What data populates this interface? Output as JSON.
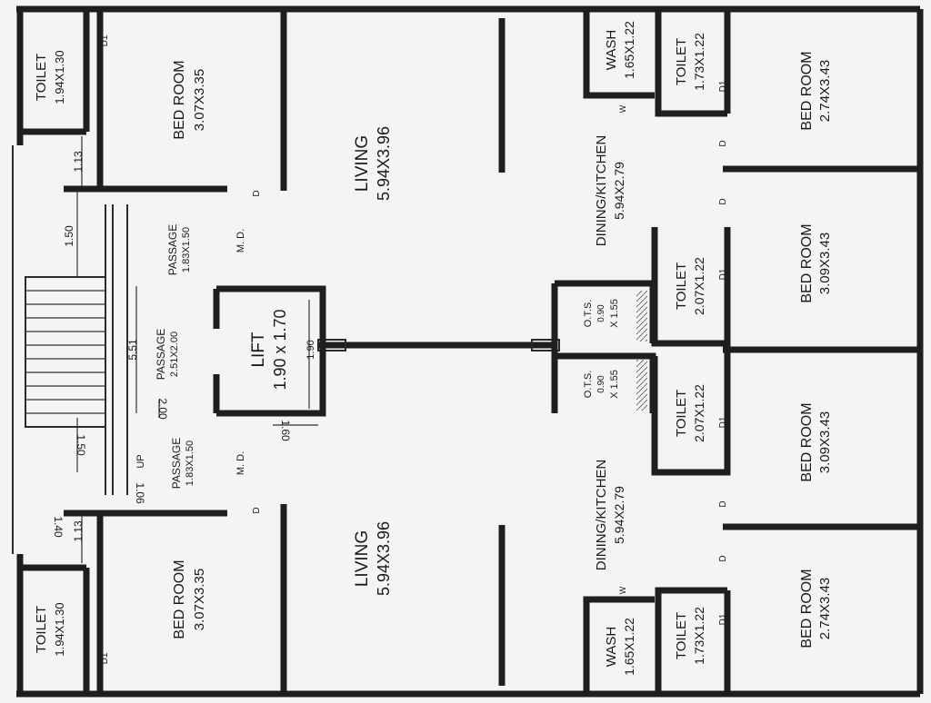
{
  "rooms": {
    "toilet_tl": {
      "name": "TOILET",
      "size": "1.94X1.30"
    },
    "bed_tl": {
      "name": "BED ROOM",
      "size": "3.07X3.35"
    },
    "living_top": {
      "name": "LIVING",
      "size": "5.94X3.96"
    },
    "wash_top": {
      "name": "WASH",
      "size": "1.65X1.22"
    },
    "toilet_tr": {
      "name": "TOILET",
      "size": "1.73X1.22"
    },
    "bed_tr": {
      "name": "BED ROOM",
      "size": "2.74X3.43"
    },
    "dining_top": {
      "name": "DINING/KITCHEN",
      "size": "5.94X2.79"
    },
    "toilet_mid_top": {
      "name": "TOILET",
      "size": "2.07X1.22"
    },
    "bed_mid_top": {
      "name": "BED ROOM",
      "size": "3.09X3.43"
    },
    "ots_top": {
      "name": "O.T.S.",
      "size1": "0.90",
      "size2": "X 1.55"
    },
    "ots_bottom": {
      "name": "O.T.S.",
      "size1": "0.90",
      "size2": "X 1.55"
    },
    "toilet_mid_bottom": {
      "name": "TOILET",
      "size": "2.07X1.22"
    },
    "bed_mid_bottom": {
      "name": "BED ROOM",
      "size": "3.09X3.43"
    },
    "dining_bottom": {
      "name": "DINING/KITCHEN",
      "size": "5.94X2.79"
    },
    "living_bottom": {
      "name": "LIVING",
      "size": "5.94X3.96"
    },
    "bed_bl": {
      "name": "BED ROOM",
      "size": "3.07X3.35"
    },
    "toilet_bl": {
      "name": "TOILET",
      "size": "1.94X1.30"
    },
    "wash_bottom": {
      "name": "WASH",
      "size": "1.65X1.22"
    },
    "toilet_br": {
      "name": "TOILET",
      "size": "1.73X1.22"
    },
    "bed_br": {
      "name": "BED ROOM",
      "size": "2.74X3.43"
    },
    "lift": {
      "name": "LIFT",
      "size": "1.90 x 1.70",
      "dim": "1.90"
    },
    "passage_top": {
      "name": "PASSAGE",
      "size": "1.83X1.50"
    },
    "passage_mid": {
      "name": "PASSAGE",
      "size": "2.51X2.00"
    },
    "passage_bottom": {
      "name": "PASSAGE",
      "size": "1.83X1.50"
    }
  },
  "tags": {
    "d": "D",
    "d1": "D1",
    "md": "M. D.",
    "w": "W",
    "up": "UP"
  },
  "dims": {
    "d_113_top": "1.13",
    "d_150_top": "1.50",
    "d_551": "5.51",
    "d_200": "2.00",
    "d_150_bottom": "1.50",
    "d_160": "1.60",
    "d_106": "1.06",
    "d_113_bottom": "1.13",
    "d_140": "1.40"
  }
}
